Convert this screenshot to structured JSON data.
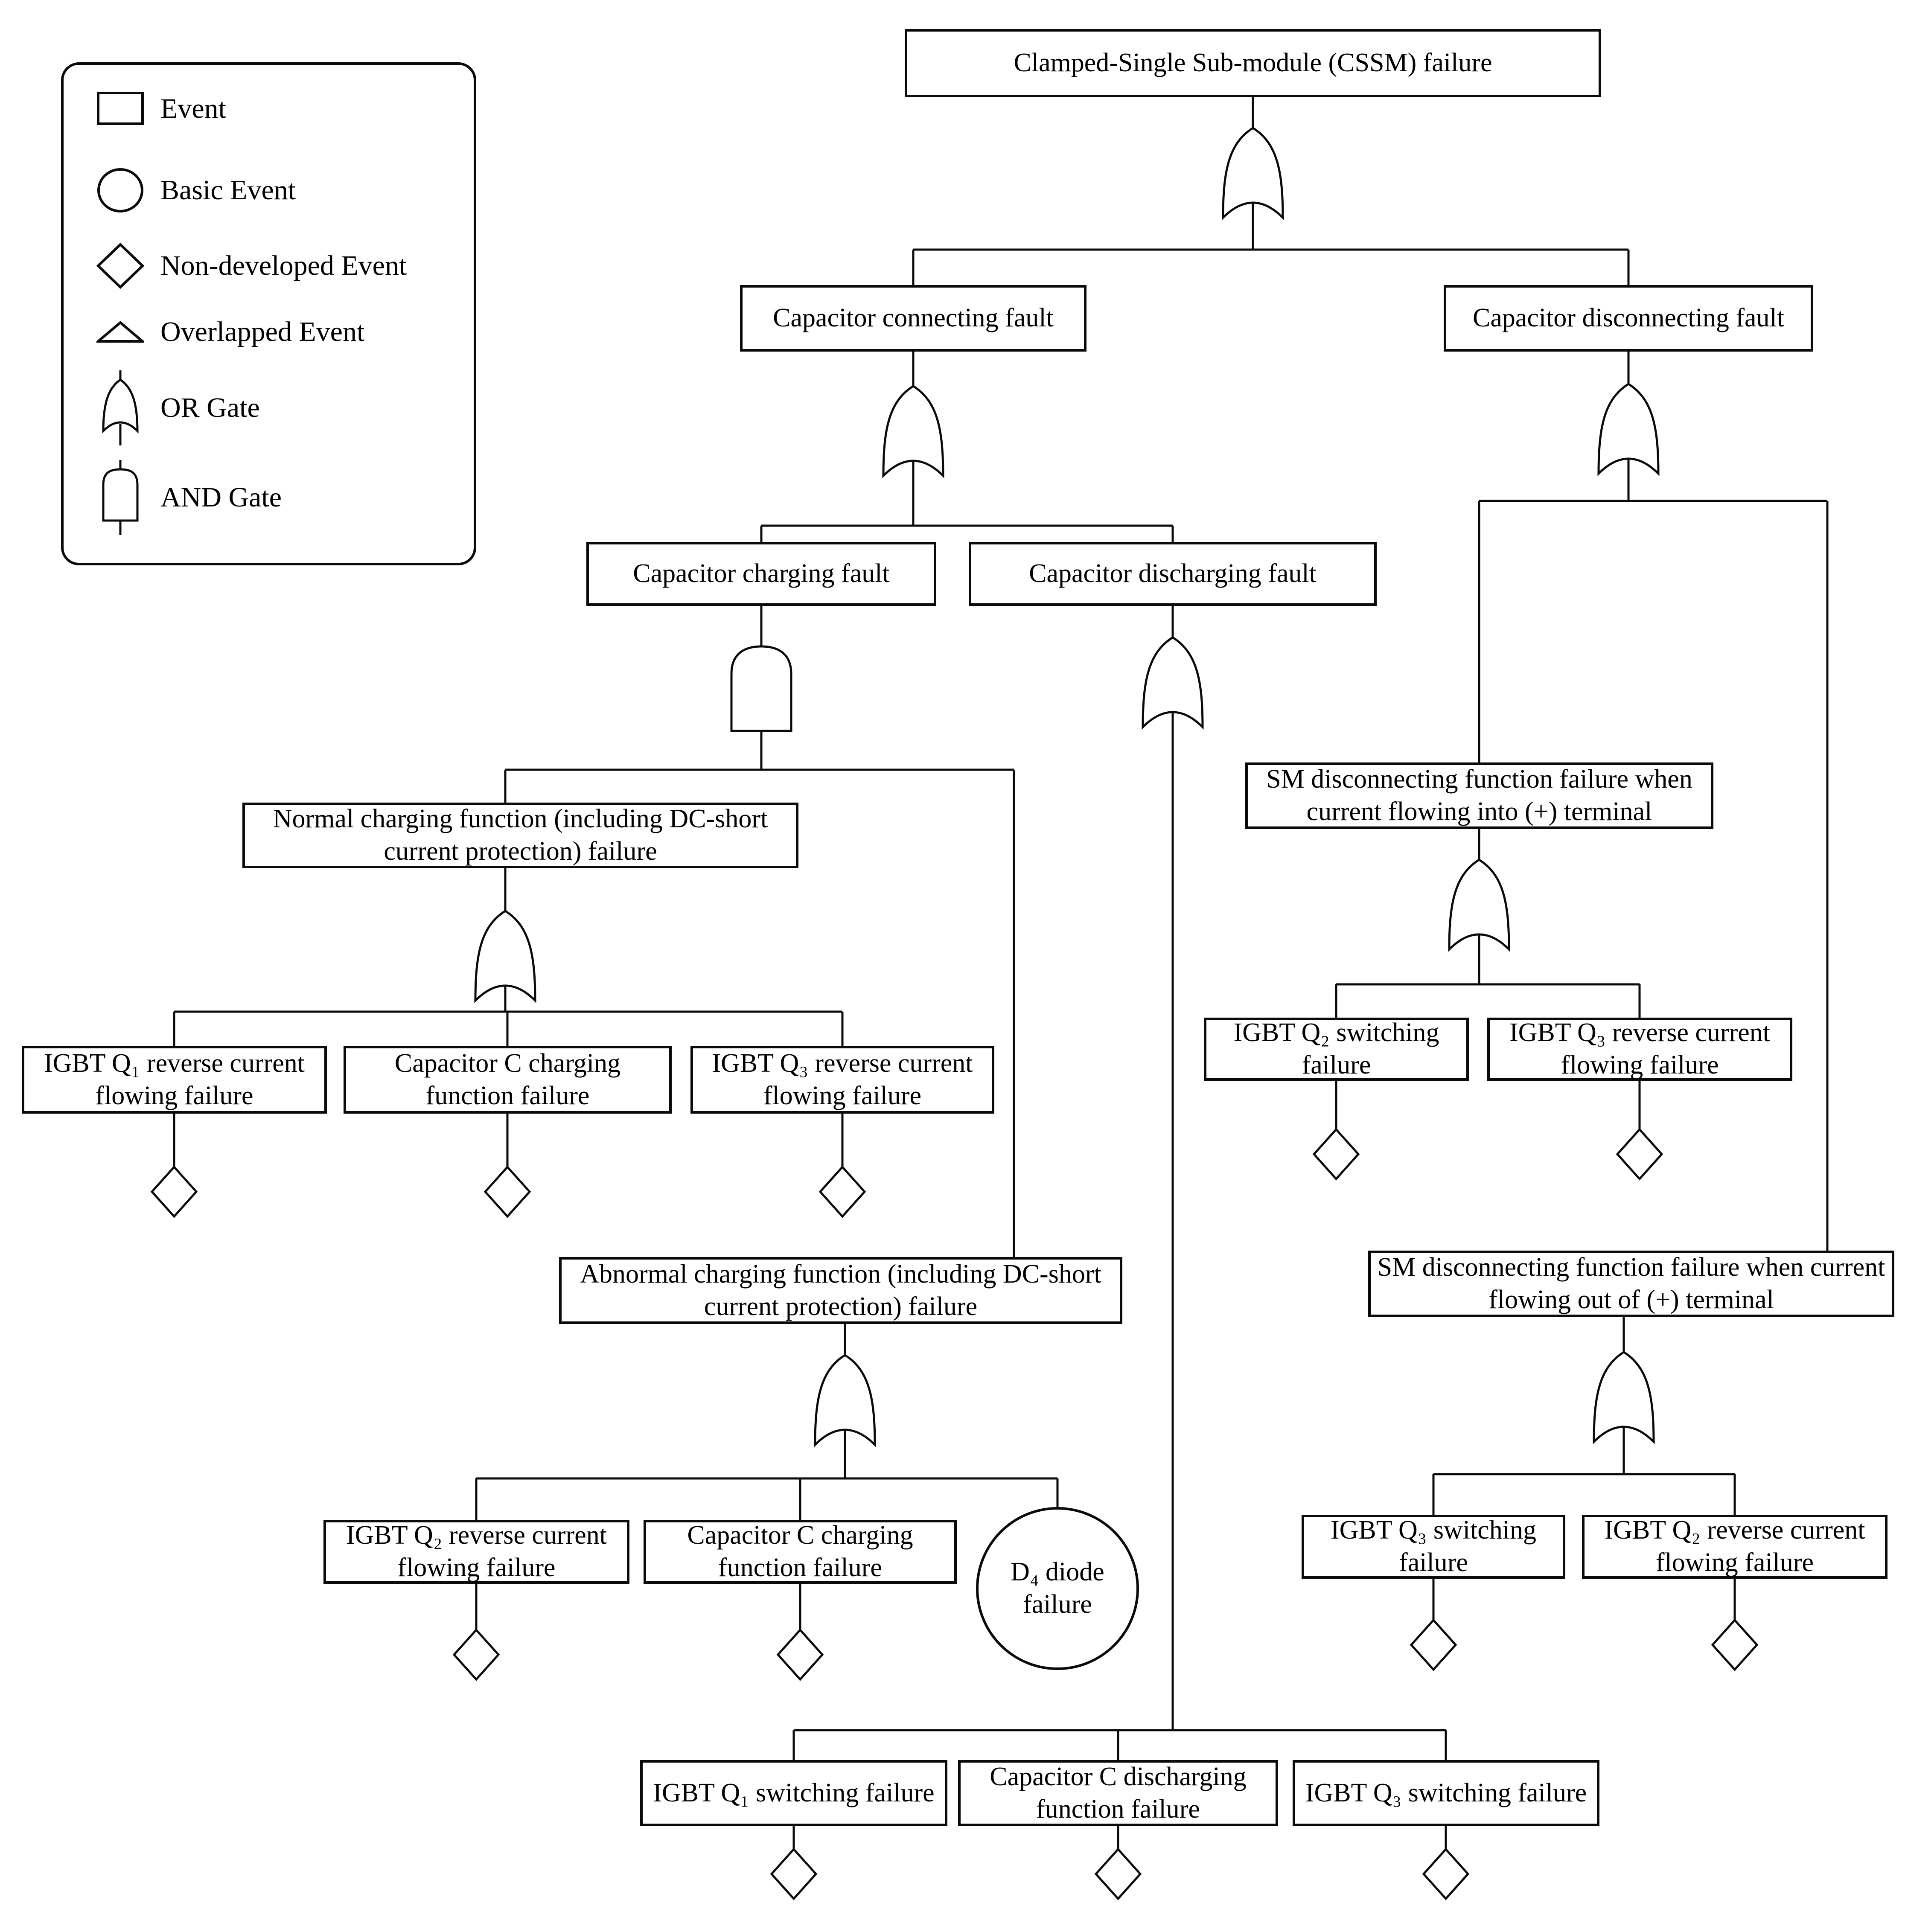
{
  "legend": {
    "items": [
      {
        "icon": "rect",
        "label": "Event"
      },
      {
        "icon": "circle",
        "label": "Basic Event"
      },
      {
        "icon": "diamond",
        "label": "Non-developed Event"
      },
      {
        "icon": "triangle",
        "label": "Overlapped Event"
      },
      {
        "icon": "or-gate",
        "label": "OR Gate"
      },
      {
        "icon": "and-gate",
        "label": "AND Gate"
      }
    ]
  },
  "nodes": {
    "cssm": "Clamped-Single Sub-module (CSSM) failure",
    "connecting": "Capacitor connecting fault",
    "disconnecting": "Capacitor disconnecting fault",
    "charging": "Capacitor charging fault",
    "discharging": "Capacitor discharging fault",
    "normal": "Normal charging function (including DC-short current protection) failure",
    "q1_reverse": "IGBT Q₁ reverse current flowing failure",
    "cap_c_charging_a": "Capacitor C charging function failure",
    "q3_reverse": "IGBT Q₃ reverse current flowing failure",
    "abnormal": "Abnormal charging function (including DC-short current protection) failure",
    "q2_reverse": "IGBT Q₂ reverse current flowing failure",
    "cap_c_charging_b": "Capacitor C charging function failure",
    "d4_diode": "D₄ diode failure",
    "sm_into": "SM disconnecting function failure when current flowing into (+) terminal",
    "q2_switching": "IGBT Q₂ switching failure",
    "q3_reverse_b": "IGBT Q₃ reverse current flowing failure",
    "sm_outof": "SM disconnecting function failure when current flowing out of (+) terminal",
    "q3_switching_a": "IGBT Q₃ switching failure",
    "q2_reverse_b": "IGBT Q₂ reverse current flowing failure",
    "q1_switching": "IGBT Q₁ switching failure",
    "cap_c_discharging": "Capacitor C discharging function failure",
    "q3_switching_b": "IGBT Q₃ switching failure"
  },
  "structure": {
    "cssm": {
      "gate": "OR",
      "children": [
        "connecting",
        "disconnecting"
      ]
    },
    "connecting": {
      "gate": "OR",
      "children": [
        "charging",
        "discharging"
      ]
    },
    "charging": {
      "gate": "AND",
      "children": [
        "normal",
        "abnormal"
      ]
    },
    "discharging": {
      "gate": "OR",
      "children": [
        "q1_switching",
        "cap_c_discharging",
        "q3_switching_b"
      ]
    },
    "normal": {
      "gate": "OR",
      "children": [
        "q1_reverse",
        "cap_c_charging_a",
        "q3_reverse"
      ]
    },
    "abnormal": {
      "gate": "OR",
      "children": [
        "q2_reverse",
        "cap_c_charging_b",
        "d4_diode"
      ]
    },
    "disconnecting": {
      "gate": "OR",
      "children": [
        "sm_into",
        "sm_outof"
      ]
    },
    "sm_into": {
      "gate": "OR",
      "children": [
        "q2_switching",
        "q3_reverse_b"
      ]
    },
    "sm_outof": {
      "gate": "OR",
      "children": [
        "q3_switching_a",
        "q2_reverse_b"
      ]
    }
  }
}
